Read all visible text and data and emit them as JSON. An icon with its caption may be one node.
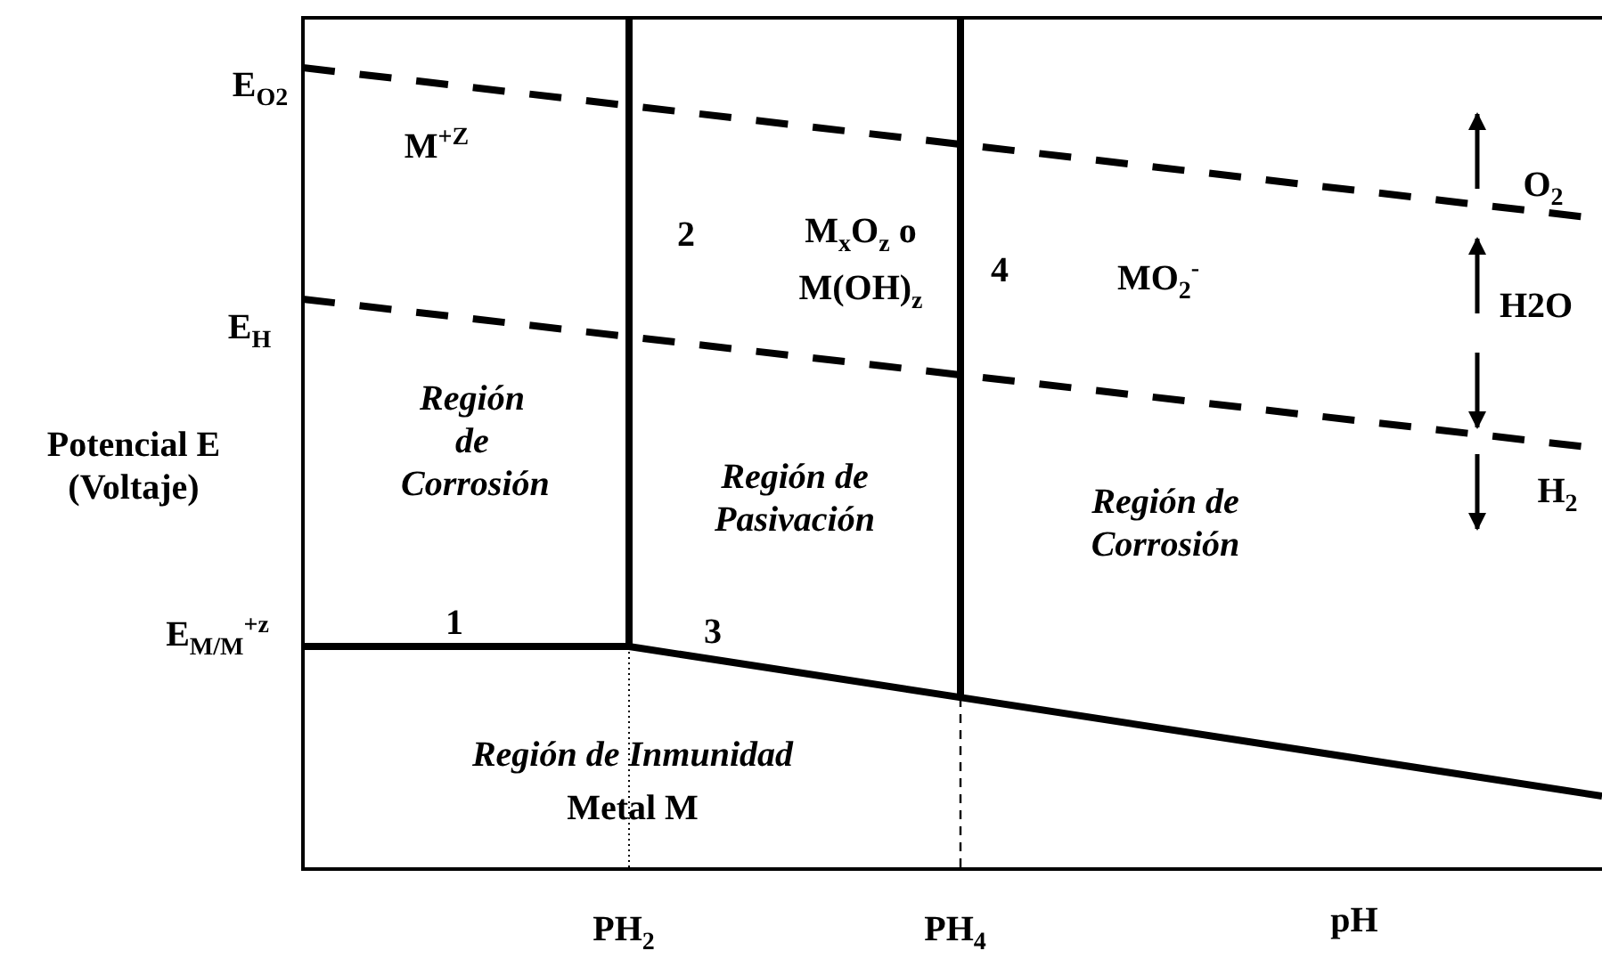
{
  "diagram": {
    "labels": [
      "E$_{O2}$",
      "M$^{+Z}$",
      "2",
      "M$_{x}$O$_{z}$ o M(OH)$_{z}$",
      "4",
      "MO$_{2}$$^{-}$",
      "O$_{2}$",
      "H2O",
      "E$_{H}$",
      "Región de Corrosión",
      "Potencial E (Voltaje)",
      "Región de Pasivación",
      "H$_{2}$",
      "Región de Corrosión",
      "E$_{M/M}$$^{+z}$",
      "1",
      "3",
      "Región de Inmunidad",
      "Metal M",
      "PH$_{2}$",
      "PH$_{4}$",
      "pH"
    ]
  }
}
